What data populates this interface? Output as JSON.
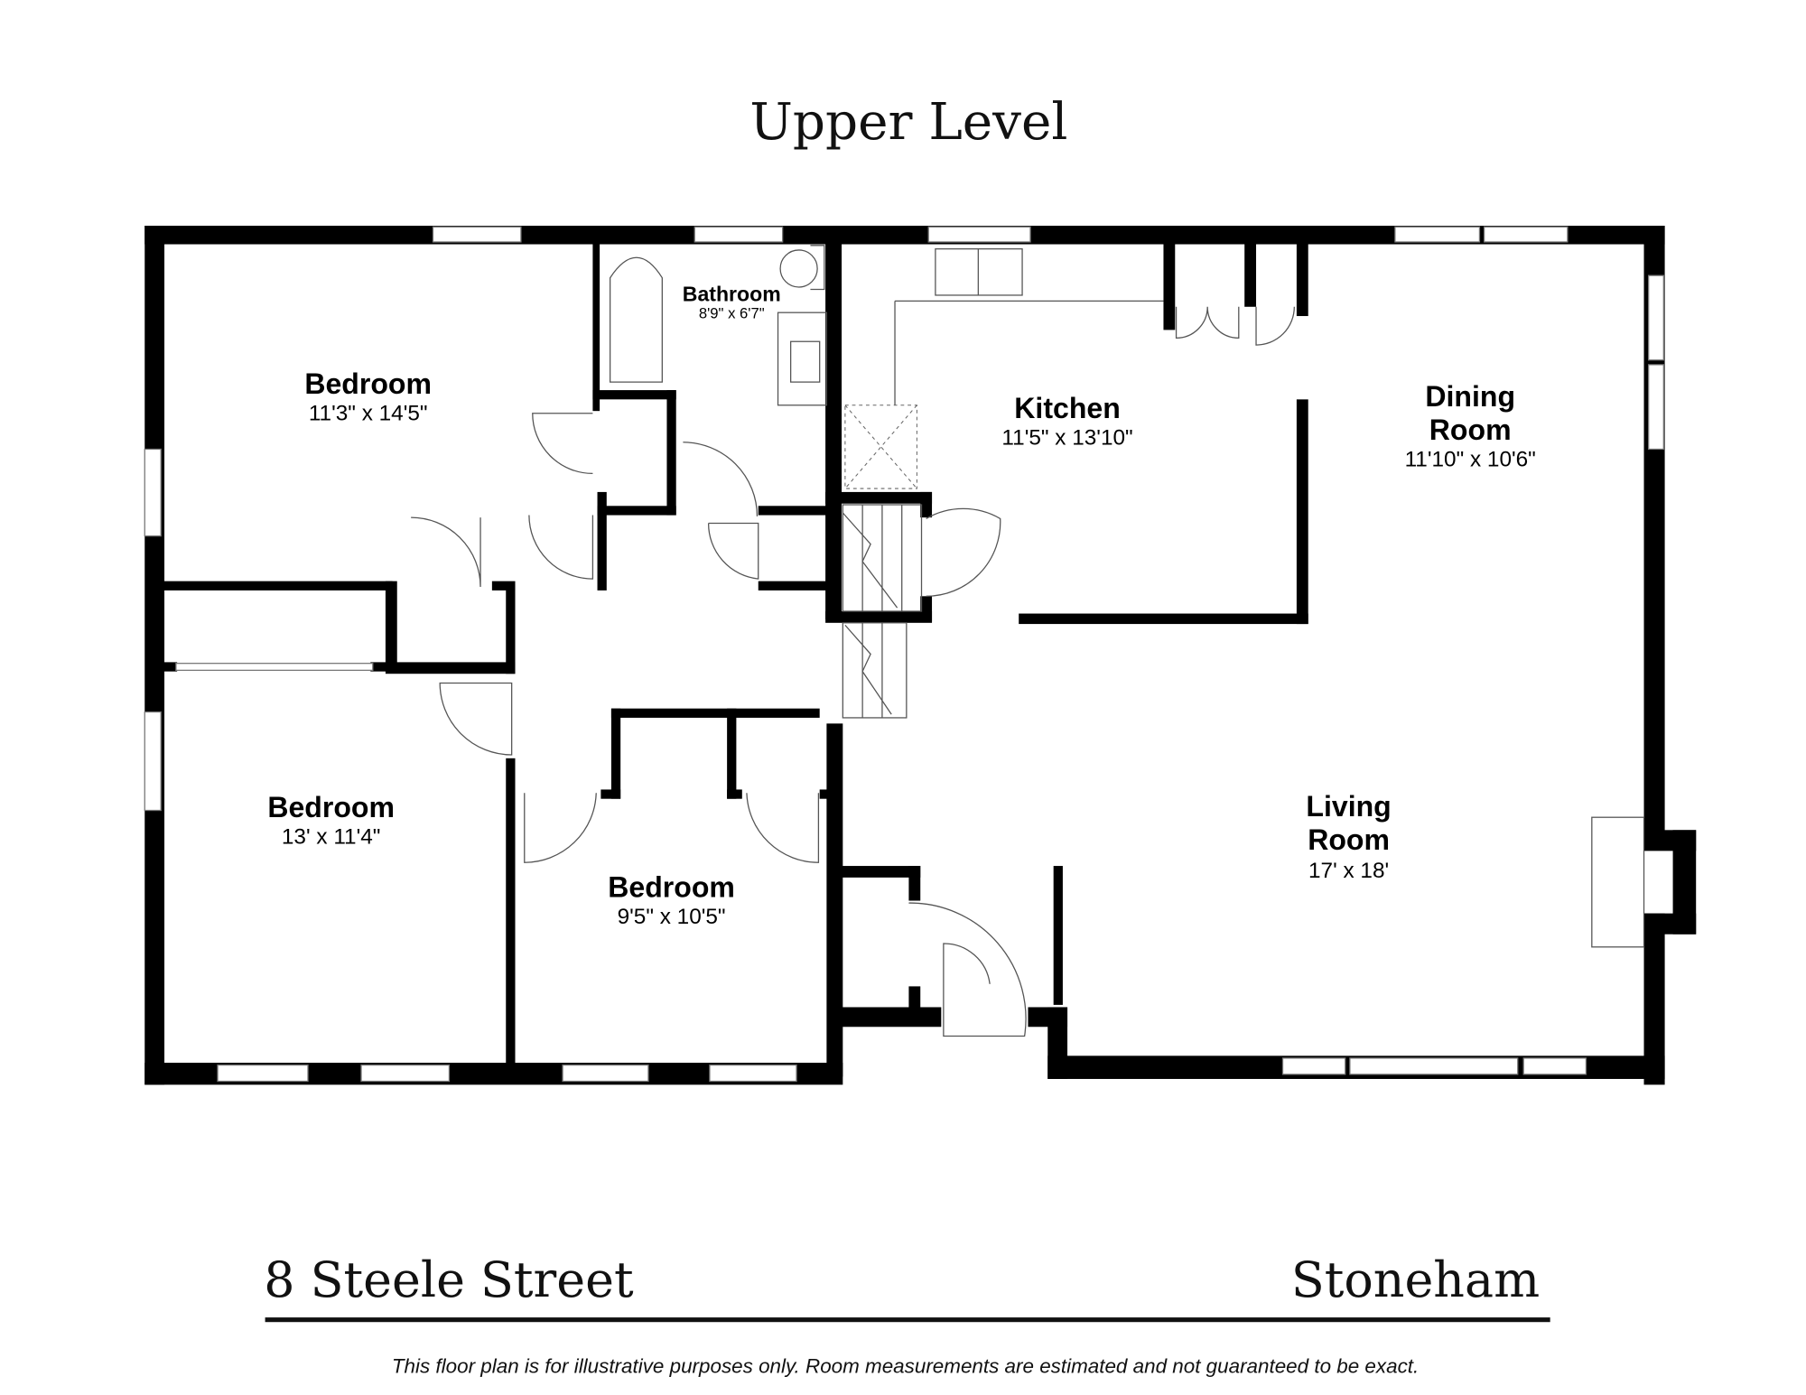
{
  "header": {
    "title": "Upper Level"
  },
  "rooms": {
    "bedroom1": {
      "name": "Bedroom",
      "dims": "11'3\" x 14'5\""
    },
    "bathroom": {
      "name": "Bathroom",
      "dims": "8'9\" x 6'7\""
    },
    "kitchen": {
      "name": "Kitchen",
      "dims": "11'5\" x 13'10\""
    },
    "dining": {
      "name_line1": "Dining",
      "name_line2": "Room",
      "dims": "11'10\" x 10'6\""
    },
    "bedroom2": {
      "name": "Bedroom",
      "dims": "13' x 11'4\""
    },
    "bedroom3": {
      "name": "Bedroom",
      "dims": "9'5\" x 10'5\""
    },
    "living": {
      "name_line1": "Living",
      "name_line2": "Room",
      "dims": "17' x 18'"
    }
  },
  "footer": {
    "address": "8 Steele Street",
    "town": "Stoneham",
    "disclaimer": "This floor plan is for illustrative purposes only. Room measurements are estimated and not guaranteed to be exact."
  },
  "colors": {
    "wall": "#000000",
    "background": "#ffffff",
    "fixture_line": "#555555"
  }
}
